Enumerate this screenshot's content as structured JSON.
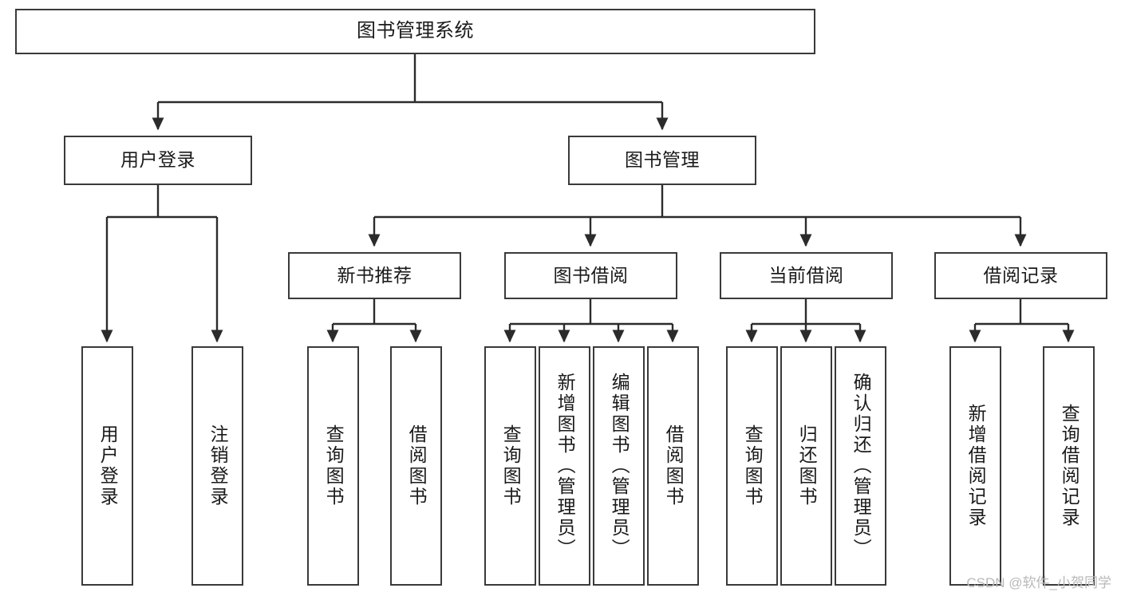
{
  "diagram": {
    "title": "图书管理系统",
    "type": "tree-hierarchy-chart",
    "colors": {
      "box_border": "#3a3a3a",
      "box_fill": "#ffffff",
      "connector": "#2b2b2b",
      "text": "#1a1a1a",
      "watermark": "#b9b9b9",
      "background": "#ffffff"
    },
    "levels": {
      "root": {
        "label": "图书管理系统"
      },
      "level2": [
        {
          "id": "user-login",
          "label": "用户登录"
        },
        {
          "id": "book-management",
          "label": "图书管理"
        }
      ],
      "level3": [
        {
          "id": "new-book-recommend",
          "label": "新书推荐"
        },
        {
          "id": "book-borrow",
          "label": "图书借阅"
        },
        {
          "id": "current-borrow",
          "label": "当前借阅"
        },
        {
          "id": "borrow-record",
          "label": "借阅记录"
        }
      ],
      "leaves": {
        "user_login": [
          {
            "id": "leaf-user-login",
            "label": "用户登录"
          },
          {
            "id": "leaf-logout-login",
            "label": "注销登录"
          }
        ],
        "new_book_recommend": [
          {
            "id": "leaf-query-book-1",
            "label": "查询图书"
          },
          {
            "id": "leaf-borrow-book-1",
            "label": "借阅图书"
          }
        ],
        "book_borrow": [
          {
            "id": "leaf-query-book-2",
            "label": "查询图书"
          },
          {
            "id": "leaf-add-book",
            "label": "新增图书（管理员）"
          },
          {
            "id": "leaf-edit-book",
            "label": "编辑图书（管理员）"
          },
          {
            "id": "leaf-borrow-book-2",
            "label": "借阅图书"
          }
        ],
        "current_borrow": [
          {
            "id": "leaf-query-book-3",
            "label": "查询图书"
          },
          {
            "id": "leaf-return-book",
            "label": "归还图书"
          },
          {
            "id": "leaf-confirm-return",
            "label": "确认归还（管理员）"
          }
        ],
        "borrow_record": [
          {
            "id": "leaf-add-record",
            "label": "新增借阅记录"
          },
          {
            "id": "leaf-query-record",
            "label": "查询借阅记录"
          }
        ]
      }
    },
    "watermark": "CSDN @软件_小贺同学"
  }
}
